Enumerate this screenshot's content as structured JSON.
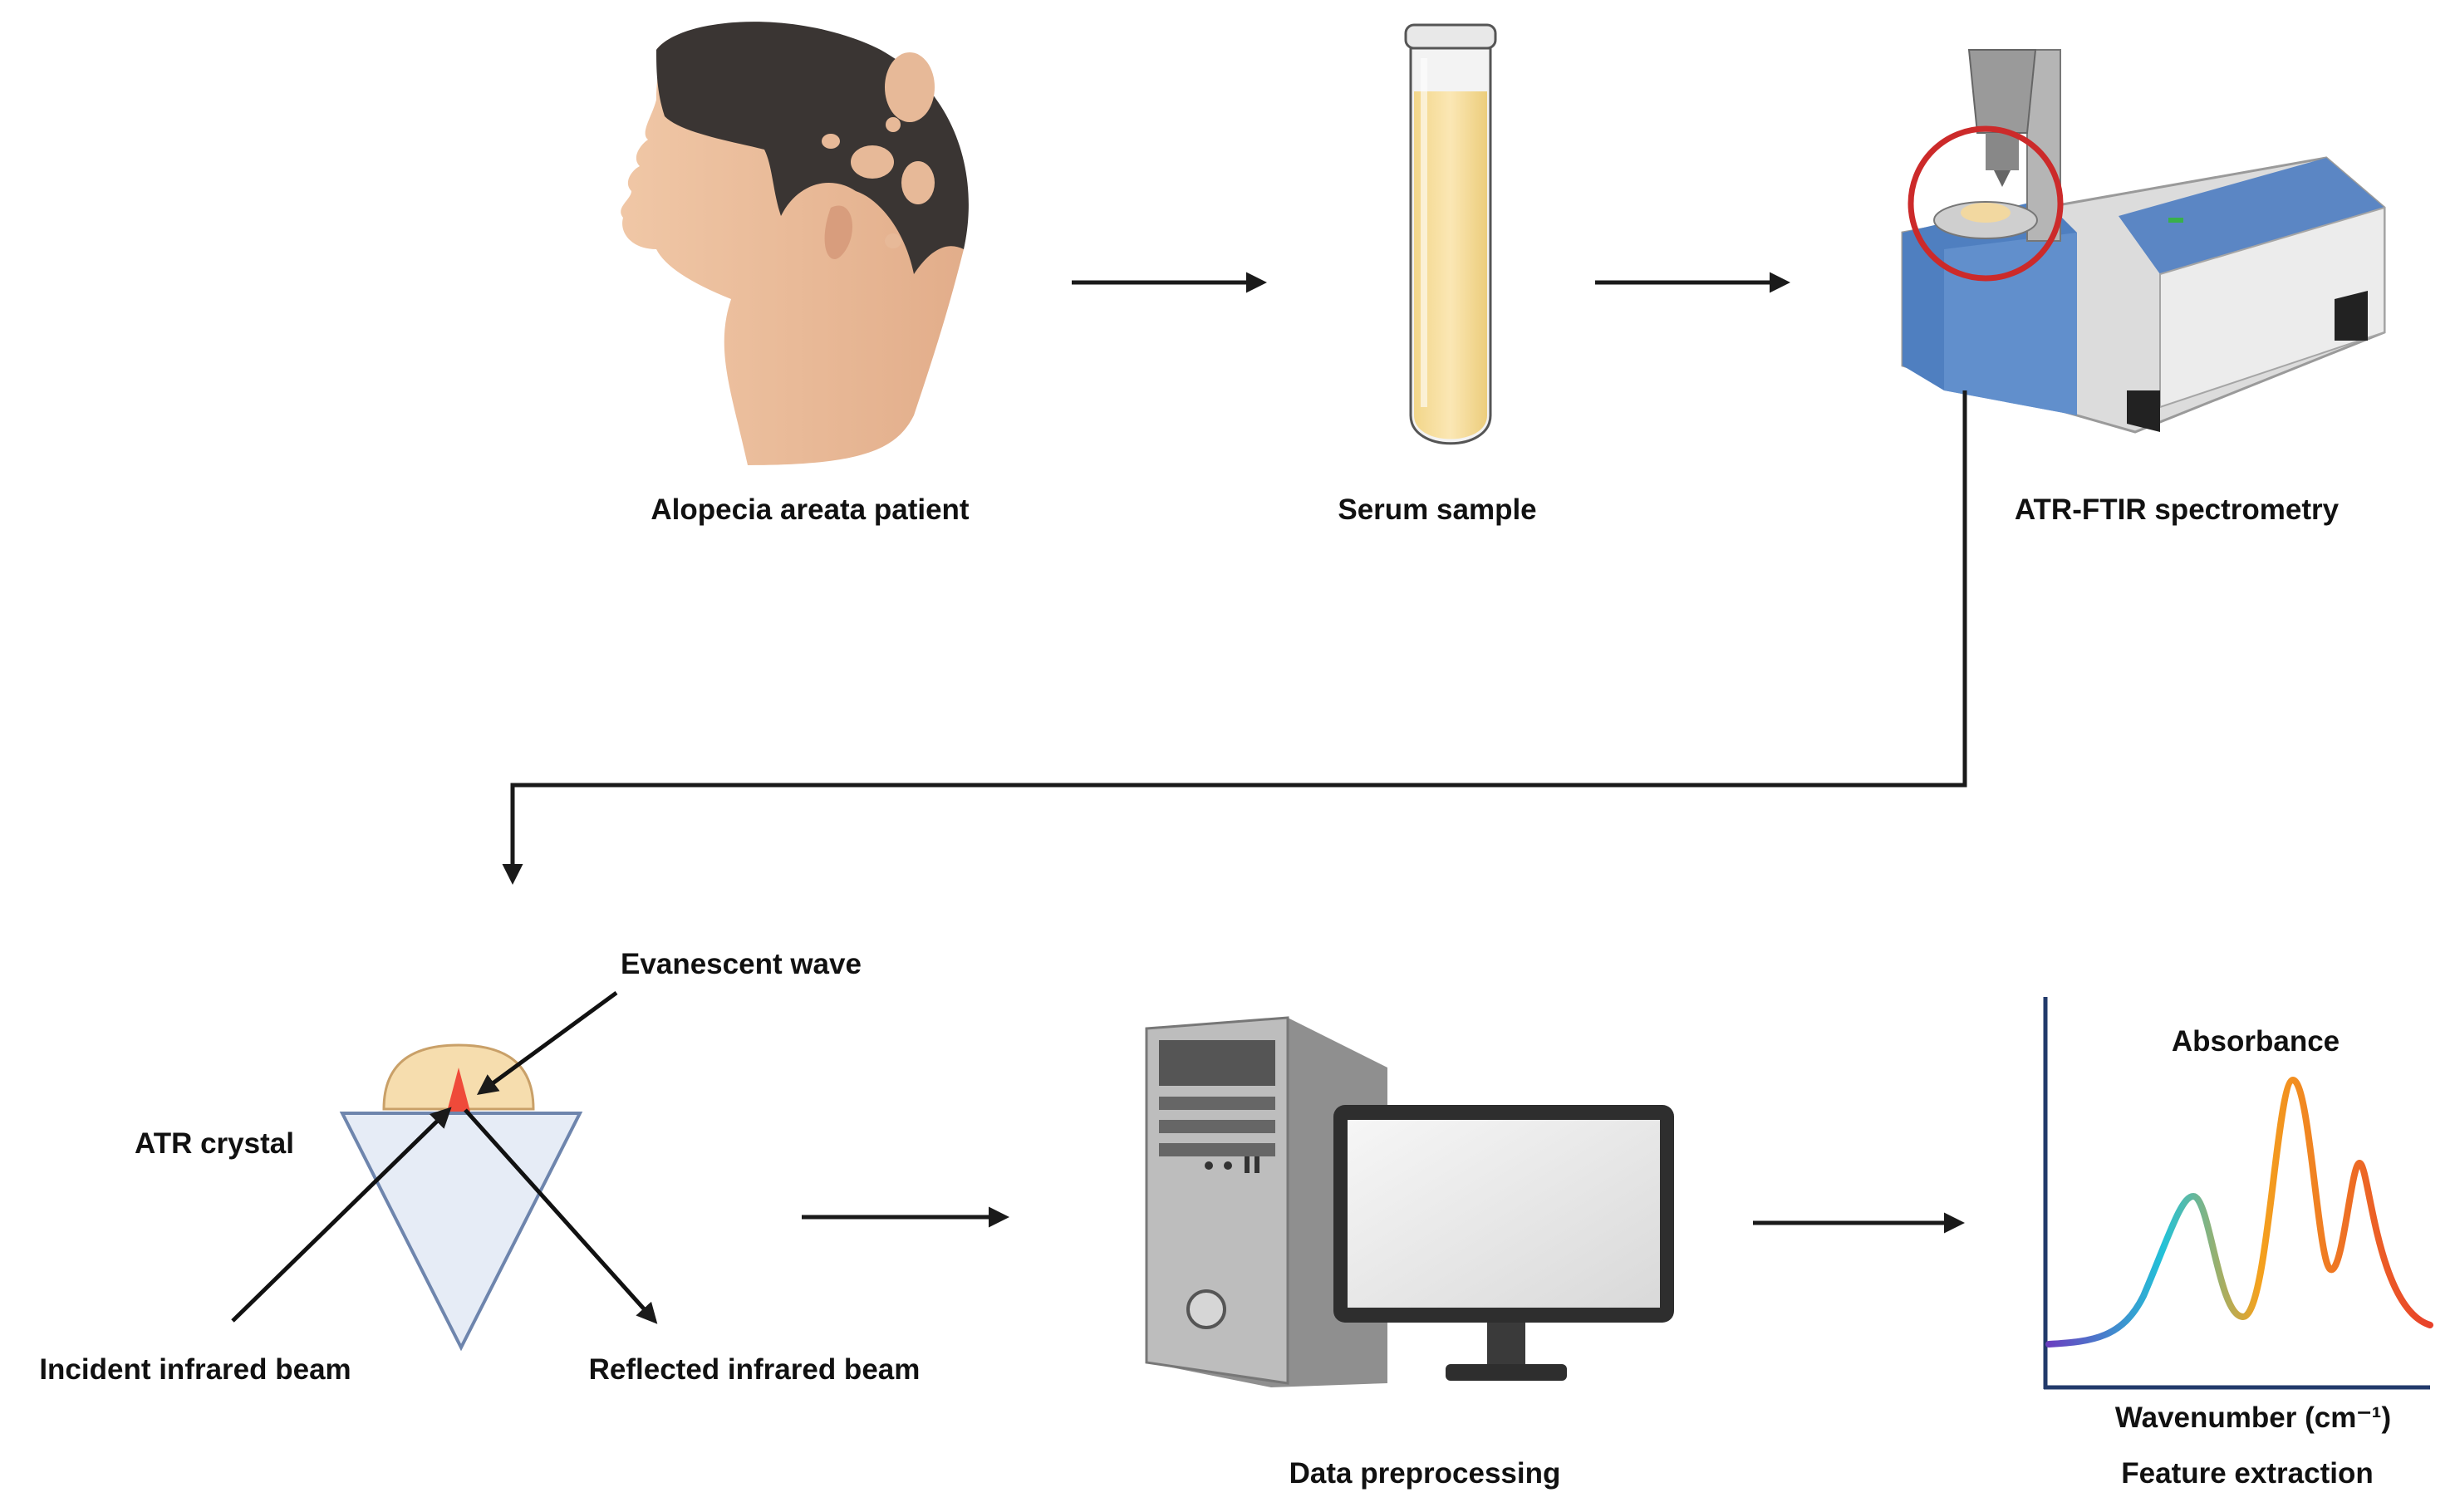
{
  "steps": {
    "patient": "Alopecia areata patient",
    "serum": "Serum sample",
    "spectrometry": "ATR-FTIR spectrometry",
    "preprocessing": "Data preprocessing",
    "features": "Feature extraction"
  },
  "atr": {
    "evanescent": "Evanescent wave",
    "crystal": "ATR crystal",
    "incident": "Incident infrared beam",
    "reflected": "Reflected infrared beam"
  },
  "spectrum": {
    "ylabel": "Absorbance",
    "xlabel": "Wavenumber (cm⁻¹)"
  },
  "colors": {
    "arrow": "#1a1a1a",
    "serum": "#f7dfa0",
    "instrument_blue": "#4f7fc0",
    "highlight_circle": "#cc2a2a",
    "crystal_fill": "#e6ecf6",
    "spectrum_gradient": [
      "#6a3fc0",
      "#22c2d8",
      "#f4a21e",
      "#e8412a"
    ]
  }
}
